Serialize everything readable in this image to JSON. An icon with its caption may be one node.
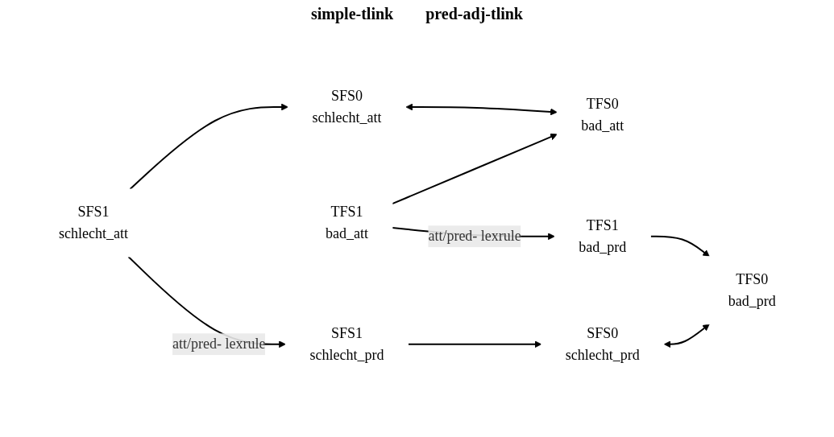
{
  "diagram": {
    "nodes": [
      {
        "text": [
          "SFS1",
          "schlecht_att"
        ]
      },
      {
        "text": [
          "SFS0",
          "schlecht_att"
        ]
      },
      {
        "text": [
          "TFS0",
          "bad_att"
        ]
      },
      {
        "text": [
          "TFS1",
          "bad_att"
        ]
      },
      {
        "text": [
          "SFS1",
          "schlecht_prd"
        ]
      },
      {
        "text": [
          "SFS0",
          "schlecht_prd"
        ]
      },
      {
        "text": [
          "TFS0",
          "bad_prd"
        ]
      },
      {
        "text": [
          "TFS1",
          "bad_prd"
        ]
      }
    ],
    "edges": [
      {
        "from": 0,
        "to": 1,
        "arrow": "to"
      },
      {
        "from": 1,
        "to": 2,
        "arrow": "both"
      },
      {
        "from": 3,
        "to": 2,
        "arrow": "to"
      },
      {
        "from": 0,
        "to": 4,
        "arrow": "to",
        "label": "att/pred- lexrule"
      },
      {
        "from": 3,
        "to": 7,
        "arrow": "to",
        "label": "att/pred- lexrule"
      },
      {
        "from": 4,
        "to": 5,
        "arrow": "to"
      },
      {
        "from": 5,
        "to": 6,
        "arrow": "both"
      },
      {
        "from": 7,
        "to": 6,
        "arrow": "to"
      }
    ],
    "labels": [
      "simple-tlink",
      "pred-adj-tlink"
    ]
  }
}
